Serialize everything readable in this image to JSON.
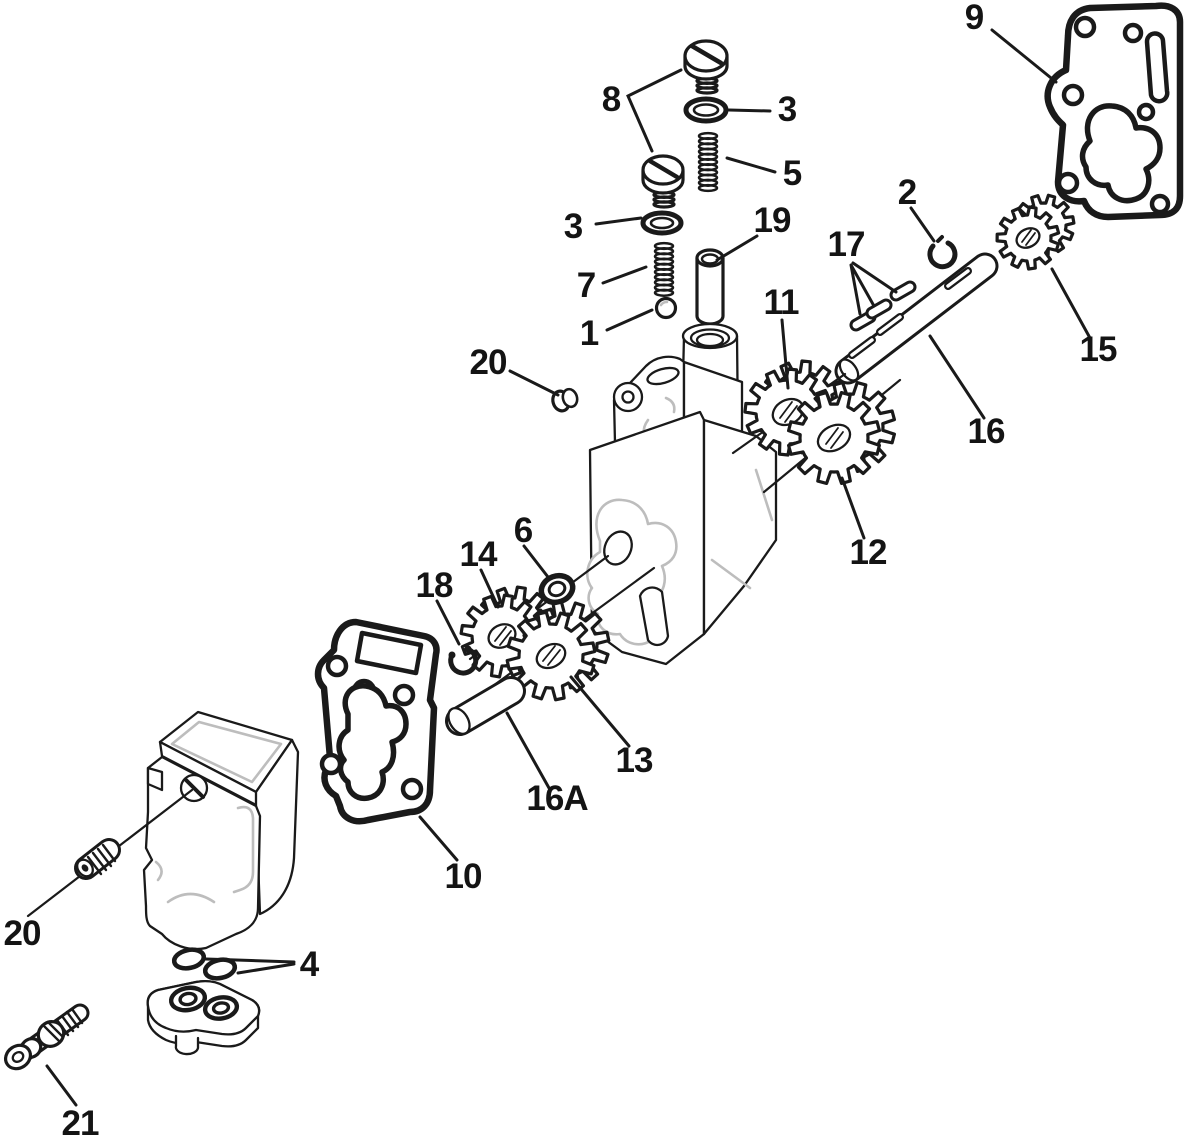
{
  "diagram": {
    "kind": "exploded-parts-diagram",
    "background": "#ffffff",
    "ink": "#1a1a1a",
    "soft_gray": "#bdbdbd",
    "labels": [
      {
        "target": "end-cover-gasket",
        "text": "9"
      },
      {
        "target": "slotted-screws",
        "text": "8"
      },
      {
        "target": "o-ring-upper",
        "text": "3"
      },
      {
        "target": "spring-upper",
        "text": "5"
      },
      {
        "target": "o-ring-lower",
        "text": "3"
      },
      {
        "target": "spring-lower",
        "text": "7"
      },
      {
        "target": "sleeve-pin",
        "text": "19"
      },
      {
        "target": "check-ball",
        "text": "1"
      },
      {
        "target": "retaining-ring",
        "text": "2"
      },
      {
        "target": "keys",
        "text": "17"
      },
      {
        "target": "gear-upper-left",
        "text": "11"
      },
      {
        "target": "pinion-gear",
        "text": "15"
      },
      {
        "target": "gear-shaft",
        "text": "16"
      },
      {
        "target": "plug-upper",
        "text": "20"
      },
      {
        "target": "gear-upper-right",
        "text": "12"
      },
      {
        "target": "washer",
        "text": "6"
      },
      {
        "target": "gear-lower-left",
        "text": "14"
      },
      {
        "target": "snap-ring",
        "text": "18"
      },
      {
        "target": "gear-lower-right",
        "text": "13"
      },
      {
        "target": "idler-shaft",
        "text": "16A"
      },
      {
        "target": "body-gasket",
        "text": "10"
      },
      {
        "target": "set-screw",
        "text": "20"
      },
      {
        "target": "seal-washers",
        "text": "4"
      },
      {
        "target": "check-valve-fitting",
        "text": "21"
      }
    ]
  }
}
